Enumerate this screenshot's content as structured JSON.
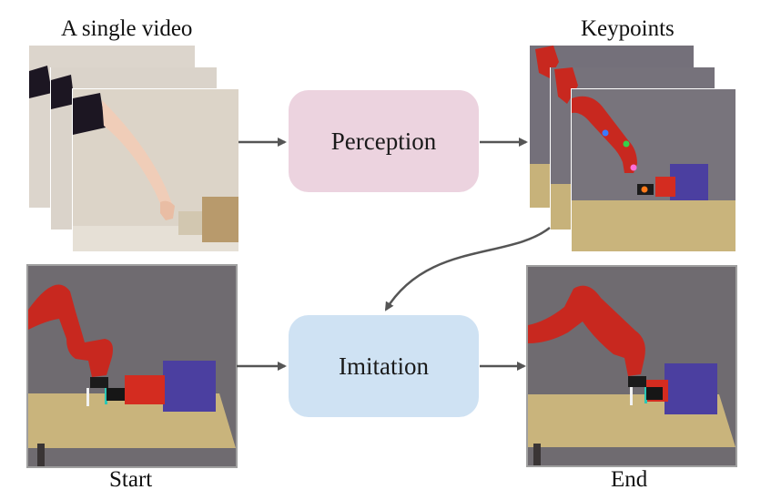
{
  "labels": {
    "single_video": "A single video",
    "keypoints": "Keypoints",
    "start": "Start",
    "end": "End"
  },
  "boxes": {
    "perception": "Perception",
    "imitation": "Imitation"
  },
  "colors": {
    "perception_fill": "#ecd3df",
    "imitation_fill": "#cfe2f3",
    "arrow": "#555555",
    "robot_red": "#c8281f",
    "blue_box": "#4b3fa0",
    "table": "#c7b27a",
    "sim_bg": "#6f6b70",
    "wall": "#dcd5cc",
    "keypoint_blue": "#3a7bff",
    "keypoint_green": "#35d04a",
    "keypoint_pink": "#ff6fd8",
    "keypoint_orange": "#ff7a1a"
  }
}
